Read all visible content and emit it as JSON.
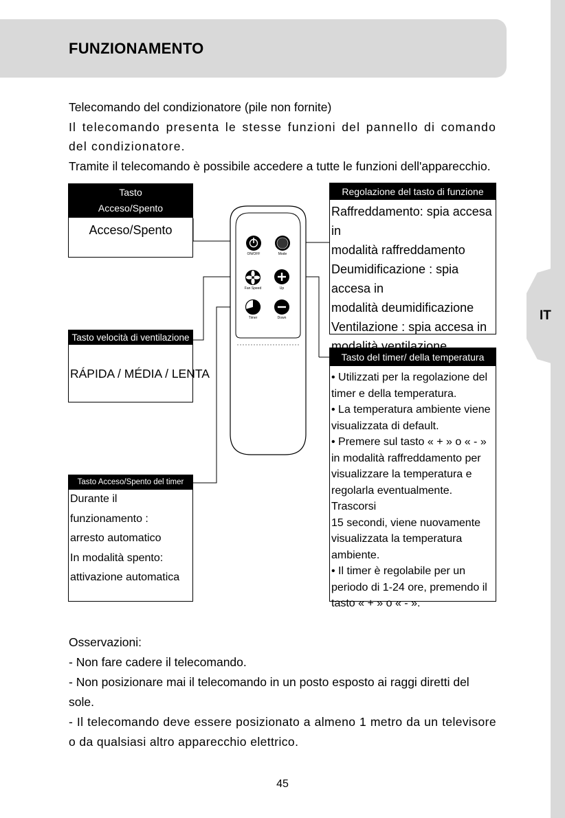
{
  "header": {
    "title": "FUNZIONAMENTO"
  },
  "side_tab": {
    "label": "IT"
  },
  "intro": {
    "line1": "Telecomando del condizionatore (pile non fornite)",
    "line2": "Il telecomando presenta le stesse funzioni del pannello di comando del condizionatore.",
    "line3": "Tramite il telecomando è possibile accedere a tutte le funzioni dell'apparecchio."
  },
  "boxes": {
    "on_off": {
      "title_line1": "Tasto",
      "title_line2": "Acceso/Spento",
      "body": "Acceso/Spento"
    },
    "function": {
      "title": "Regolazione del tasto di funzione",
      "lines": [
        "Raffreddamento: spia accesa in",
        "modalità raffreddamento",
        "Deumidificazione : spia accesa in",
        "modalità deumidificazione",
        "Ventilazione : spia accesa in",
        "modalità ventilazione"
      ]
    },
    "fan_speed": {
      "title": "Tasto velocità di ventilazione",
      "body": "RÁPIDA / MÉDIA / LENTA"
    },
    "timer_temp": {
      "title": "Tasto del timer/ della temperatura",
      "lines": [
        "• Utilizzati per la regolazione del",
        "timer e della temperatura.",
        "• La temperatura ambiente viene",
        "visualizzata di default.",
        "• Premere sul tasto « + » o « - »",
        "in modalità raffreddamento per",
        "visualizzare la temperatura e",
        "regolarla eventualmente. Trascorsi",
        "15 secondi, viene nuovamente",
        "visualizzata la temperatura",
        "ambiente.",
        "• Il timer è regolabile per un",
        "periodo di 1-24 ore, premendo il",
        "tasto « + » o « - »."
      ]
    },
    "timer_onoff": {
      "title": "Tasto Acceso/Spento del timer",
      "lines": [
        "Durante il funzionamento :",
        "arresto automatico",
        "In modalità spento:",
        "attivazione automatica"
      ]
    }
  },
  "remote": {
    "labels": {
      "on_off": "ON/OFF",
      "mode": "Mode",
      "fan_speed": "Fan Speed",
      "up": "Up",
      "timer": "Timer",
      "down": "Down"
    }
  },
  "notes": {
    "heading": "Osservazioni:",
    "items": [
      "- Non fare cadere il telecomando.",
      "- Non posizionare mai il telecomando in un posto esposto ai raggi diretti del sole.",
      "- Il telecomando deve essere posizionato a almeno 1 metro da un televisore o da qualsiasi altro apparecchio elettrico."
    ]
  },
  "footer": {
    "page_number": "45"
  }
}
